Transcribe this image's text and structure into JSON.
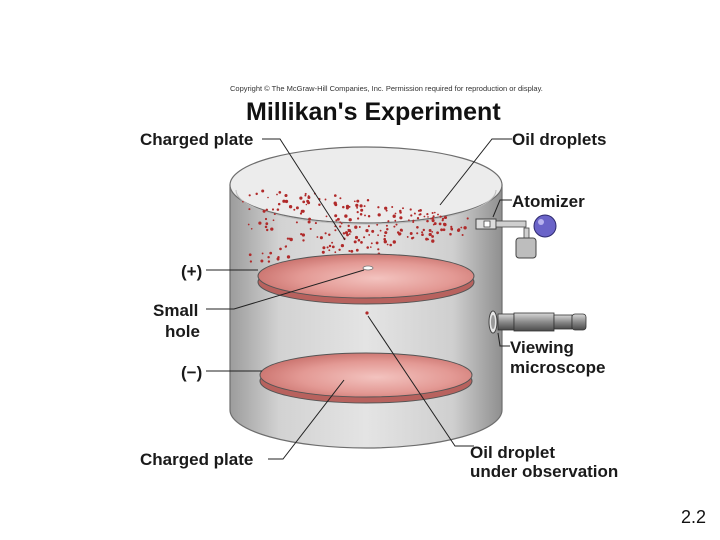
{
  "copyright": "Copyright © The McGraw-Hill Companies, Inc. Permission required for reproduction or display.",
  "title": "Millikan's Experiment",
  "labels": {
    "charged_plate_top": "Charged plate",
    "oil_droplets": "Oil droplets",
    "atomizer": "Atomizer",
    "plus": "(+)",
    "small_hole_1": "Small",
    "small_hole_2": "hole",
    "minus": "(−)",
    "viewing_1": "Viewing",
    "viewing_2": "microscope",
    "charged_plate_bottom": "Charged plate",
    "oil_droplet_1": "Oil droplet",
    "oil_droplet_2": "under observation"
  },
  "slide_number": "2.2",
  "colors": {
    "cylinder": "#c9c9c9",
    "plate": "#d98a86",
    "droplets": "#b02a2a"
  }
}
